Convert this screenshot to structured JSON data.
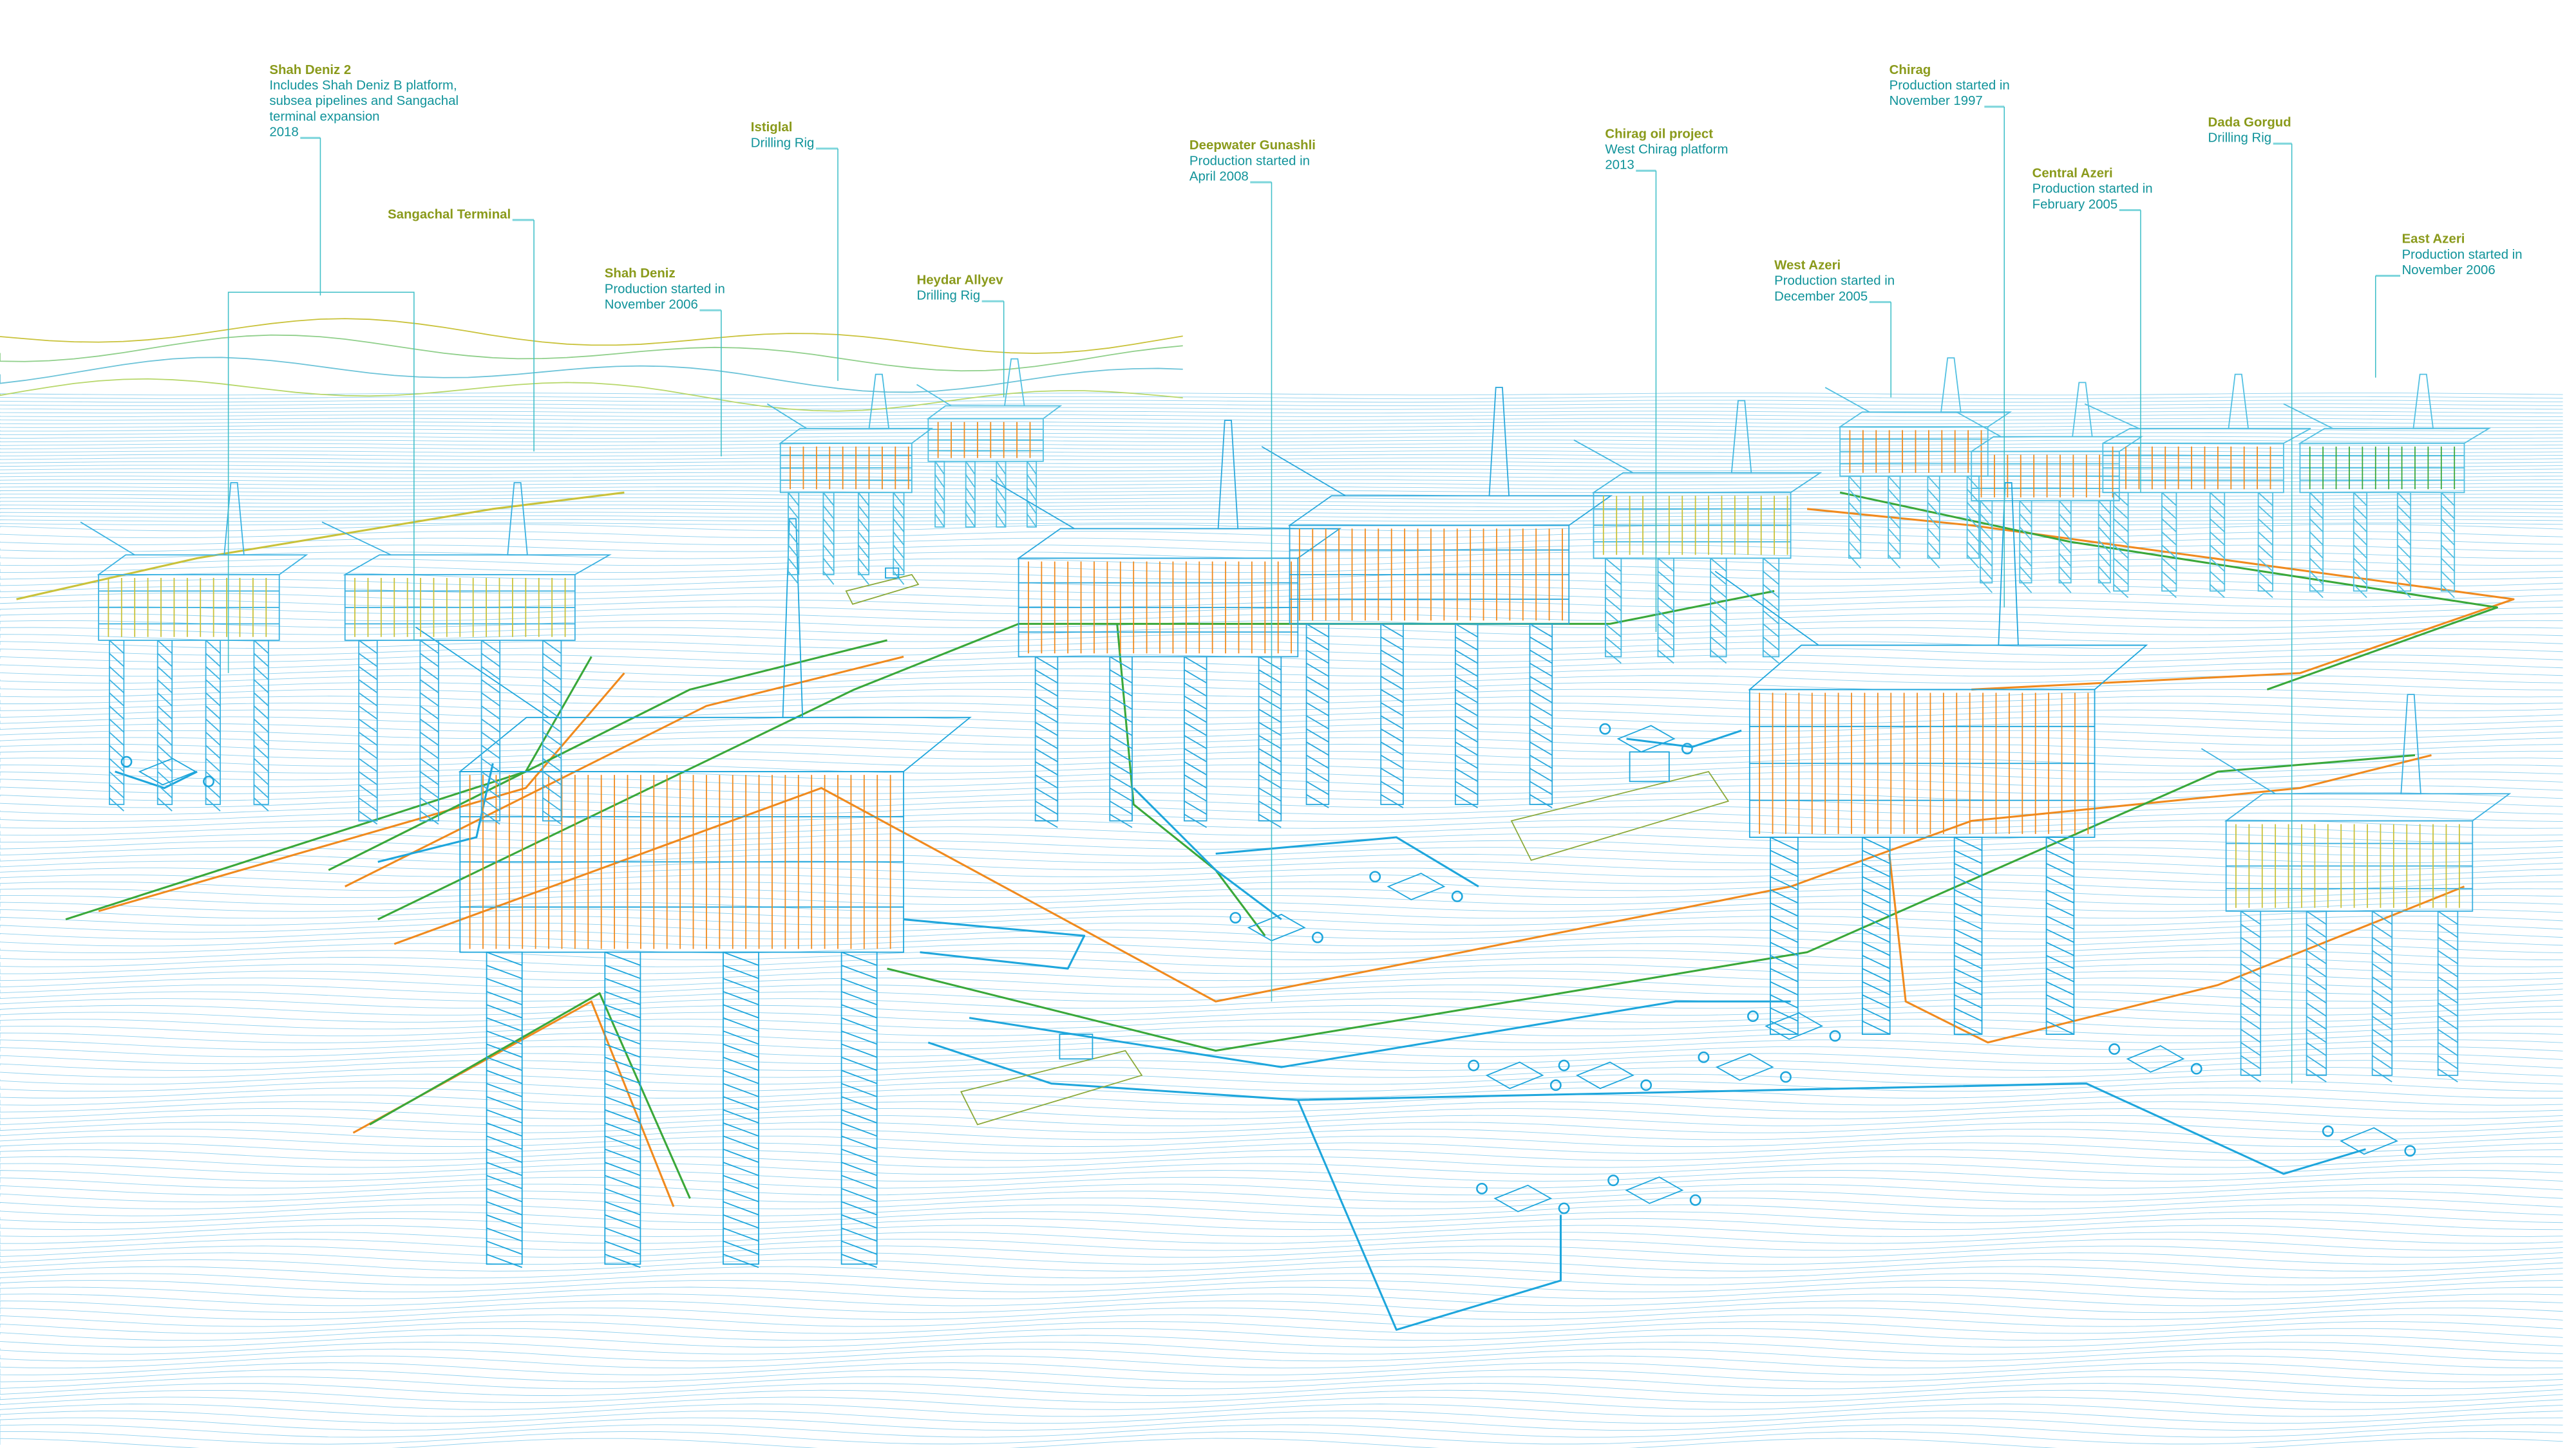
{
  "labels": [
    {
      "id": "shah-deniz-2",
      "title": "Shah Deniz 2",
      "lines": [
        "Includes Shah Deniz B platform,",
        "subsea pipelines and Sangachal",
        "terminal expansion",
        "2018"
      ]
    },
    {
      "id": "sangachal-terminal",
      "title": "Sangachal Terminal",
      "lines": []
    },
    {
      "id": "shah-deniz",
      "title": "Shah Deniz",
      "lines": [
        "Production started in",
        "November 2006"
      ]
    },
    {
      "id": "istiglal",
      "title": "Istiglal",
      "lines": [
        "Drilling Rig"
      ]
    },
    {
      "id": "heydar-aliyev",
      "title": "Heydar Allyev",
      "lines": [
        "Drilling Rig"
      ]
    },
    {
      "id": "deepwater-gunashli",
      "title": "Deepwater Gunashli",
      "lines": [
        "Production started in",
        "April 2008"
      ]
    },
    {
      "id": "chirag-oil-project",
      "title": "Chirag oil project",
      "lines": [
        "West Chirag platform",
        "2013"
      ]
    },
    {
      "id": "chirag",
      "title": "Chirag",
      "lines": [
        "Production started in",
        "November 1997"
      ]
    },
    {
      "id": "dada-gorgud",
      "title": "Dada Gorgud",
      "lines": [
        "Drilling Rig"
      ]
    },
    {
      "id": "central-azeri",
      "title": "Central Azeri",
      "lines": [
        "Production started in",
        "February 2005"
      ]
    },
    {
      "id": "west-azeri",
      "title": "West Azeri",
      "lines": [
        "Production started in",
        "December 2005"
      ]
    },
    {
      "id": "east-azeri",
      "title": "East Azeri",
      "lines": [
        "Production started in",
        "November 2006"
      ]
    }
  ],
  "colors": {
    "title": "#8a9a1b",
    "text": "#10939a",
    "leader": "#3fbfc8",
    "pipe_blue": "#1ea6dc",
    "pipe_green": "#3aa83a",
    "pipe_orange": "#f08a1e",
    "pipe_yellow": "#c9c23a",
    "wave": "#7cc8ea"
  }
}
